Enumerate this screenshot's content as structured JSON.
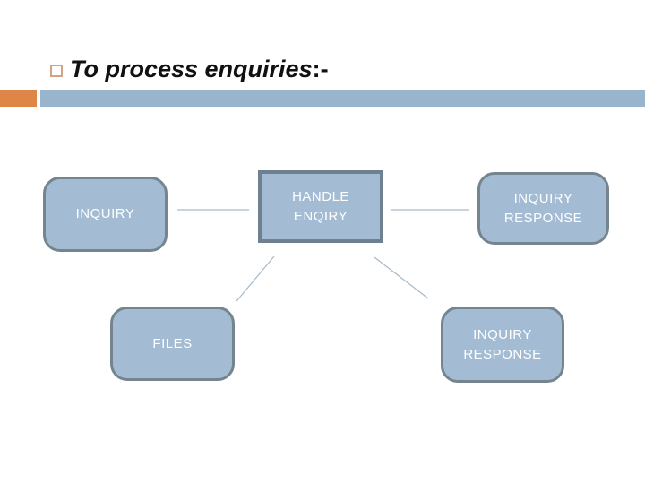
{
  "slide": {
    "title": {
      "text": "To process enquiries",
      "suffix": ":-"
    },
    "colors": {
      "accent_bar_orange": "#dd8647",
      "accent_bar_blue": "#99b4cd",
      "bullet_outline": "#d2a283",
      "title_text": "#111111"
    }
  },
  "diagram": {
    "colors": {
      "node_fill": "#a3bcd4",
      "node_border": "#75858f",
      "process_node_border": "#6f8191",
      "node_label_text": "#ffffff",
      "connector": "#a7bac9"
    },
    "nodes": [
      {
        "id": "inquiry",
        "label": "INQUIRY",
        "shape": "rounded-rectangle"
      },
      {
        "id": "handle-enqiry",
        "label": "HANDLE ENQIRY",
        "shape": "rectangle"
      },
      {
        "id": "inquiry-response-top",
        "label": "INQUIRY RESPONSE",
        "shape": "rounded-rectangle"
      },
      {
        "id": "files",
        "label": "FILES",
        "shape": "rounded-rectangle"
      },
      {
        "id": "inquiry-response-bottom",
        "label": "INQUIRY RESPONSE",
        "shape": "rounded-rectangle"
      }
    ],
    "connections": [
      {
        "from": "inquiry",
        "to": "handle-enqiry"
      },
      {
        "from": "handle-enqiry",
        "to": "inquiry-response-top"
      },
      {
        "from": "handle-enqiry",
        "to": "files"
      },
      {
        "from": "handle-enqiry",
        "to": "inquiry-response-bottom"
      }
    ]
  }
}
